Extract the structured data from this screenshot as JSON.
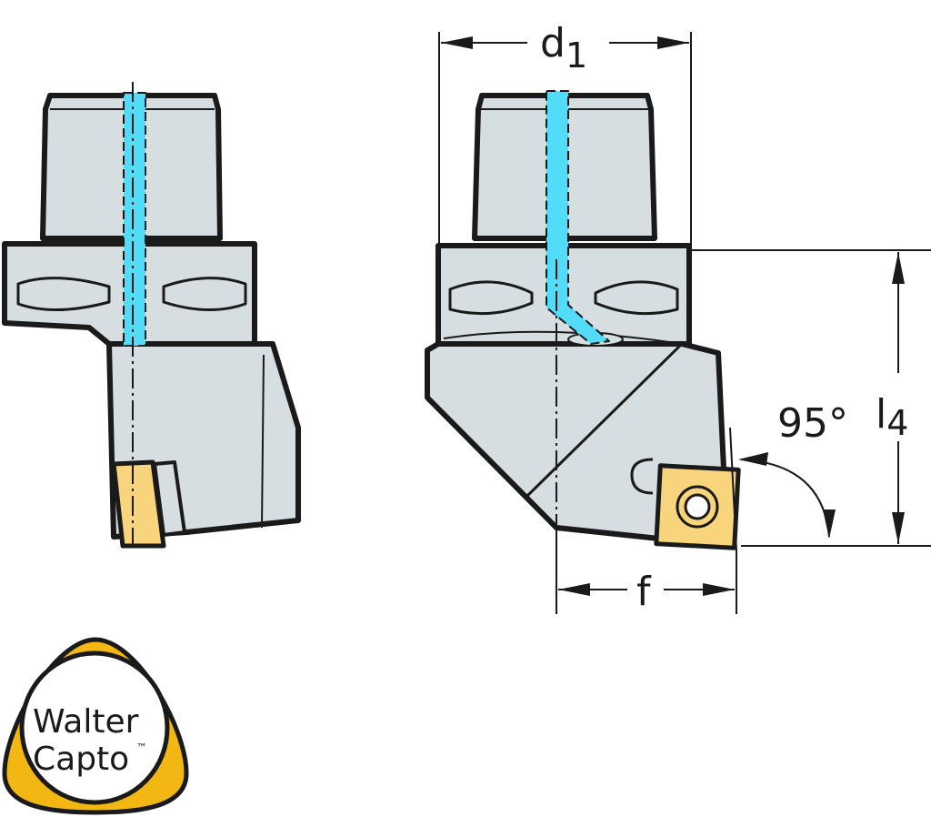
{
  "dimensions": {
    "d1": {
      "main": "d",
      "sub": "1"
    },
    "l4": {
      "main": "l",
      "sub": "4"
    },
    "f": "f",
    "angle": "95°"
  },
  "logo": {
    "line1": "Walter",
    "line2": "Capto",
    "tm": "™"
  },
  "colors": {
    "body": "#d6dee1",
    "coolant": "#52dcf7",
    "insert": "#f8d47c",
    "logo": "#f2b712",
    "outline": "#1a1a1a"
  }
}
